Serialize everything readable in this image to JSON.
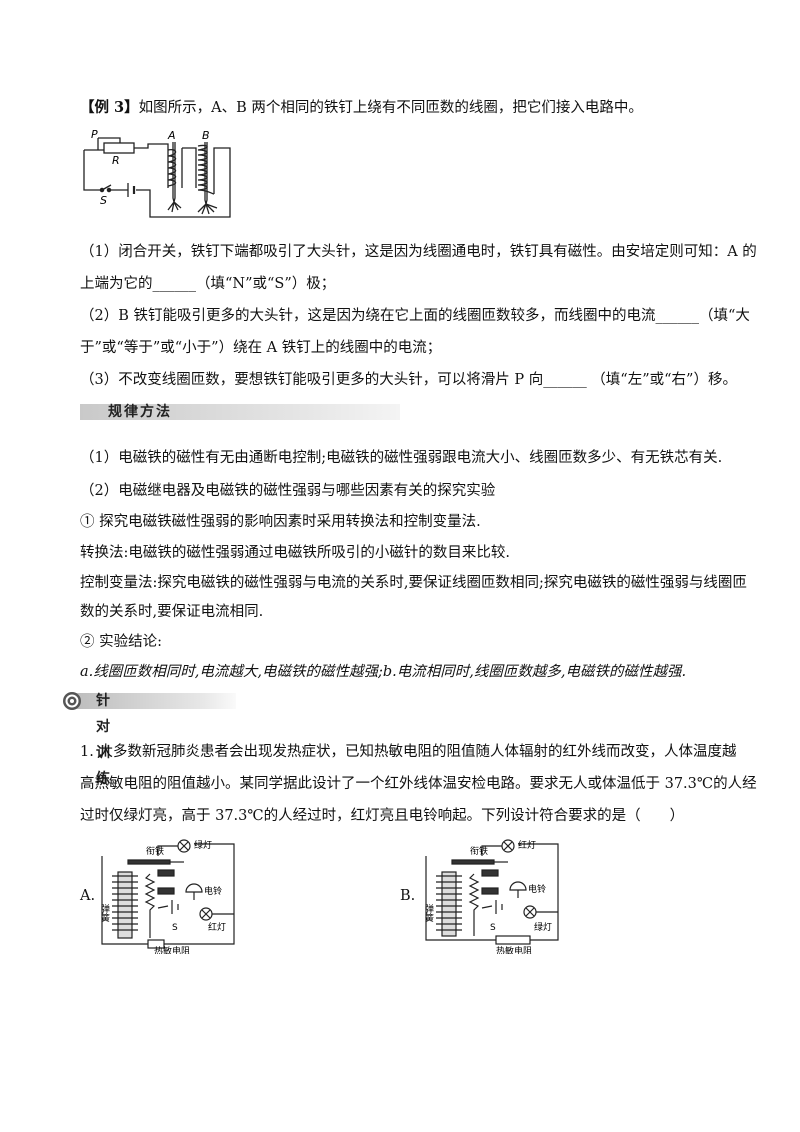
{
  "example": {
    "label": "【例 3】",
    "intro": "如图所示，A、B 两个相同的铁钉上绕有不同匝数的线圈，把它们接入电路中。",
    "figure_labels": {
      "p": "P",
      "r": "R",
      "s": "S",
      "a": "A",
      "b": "B"
    },
    "q1a": "（1）闭合开关，铁钉下端都吸引了大头针，这是因为线圈通电时，铁钉具有磁性。由安培定则可知：A 的",
    "q1b": "上端为它的______（填“N”或“S”）极；",
    "q2a": "（2）B 铁钉能吸引更多的大头针，这是因为绕在它上面的线圈匝数较多，而线圈中的电流______（填“大",
    "q2b": "于”或“等于”或“小于”）绕在 A 铁钉上的线圈中的电流；",
    "q3": "（3）不改变线圈匝数，要想铁钉能吸引更多的大头针，可以将滑片 P 向______ （填“左”或“右”）移。"
  },
  "method": {
    "title": "规律方法",
    "p1": "（1）电磁铁的磁性有无由通断电控制;电磁铁的磁性强弱跟电流大小、线圈匝数多少、有无铁芯有关.",
    "p2": "（2）电磁继电器及电磁铁的磁性强弱与哪些因素有关的探究实验",
    "p3": "① 探究电磁铁磁性强弱的影响因素时采用转换法和控制变量法.",
    "p4": "转换法:电磁铁的磁性强弱通过电磁铁所吸引的小磁针的数目来比较.",
    "p5a": "控制变量法:探究电磁铁的磁性强弱与电流的关系时,要保证线圈匝数相同;探究电磁铁的磁性强弱与线圈匝",
    "p5b": "数的关系时,要保证电流相同.",
    "p6": "② 实验结论:",
    "p7": "a.线圈匝数相同时,电流越大,电磁铁的磁性越强;b.电流相同时,线圈匝数越多,电磁铁的磁性越强."
  },
  "training": {
    "title": "针对训练",
    "q1a": "1. 大多数新冠肺炎患者会出现发热症状，已知热敏电阻的阻值随人体辐射的红外线而改变，人体温度越",
    "q1b": "高热敏电阻的阻值越小。某同学据此设计了一个红外线体温安检电路。要求无人或体温低于 37.3℃的人经",
    "q1c": "过时仅绿灯亮，高于 37.3℃的人经过时，红灯亮且电铃响起。下列设计符合要求的是（　　）",
    "optA": {
      "label": "A.",
      "armature": "衔铁",
      "spring": "弹簧",
      "top_lamp": "绿灯",
      "bell": "电铃",
      "bottom_lamp": "红灯",
      "switch": "S",
      "resistor": "热敏电阻"
    },
    "optB": {
      "label": "B.",
      "armature": "衔铁",
      "spring": "弹簧",
      "top_lamp": "红灯",
      "bell": "电铃",
      "bottom_lamp": "绿灯",
      "switch": "S",
      "resistor": "热敏电阻"
    }
  }
}
